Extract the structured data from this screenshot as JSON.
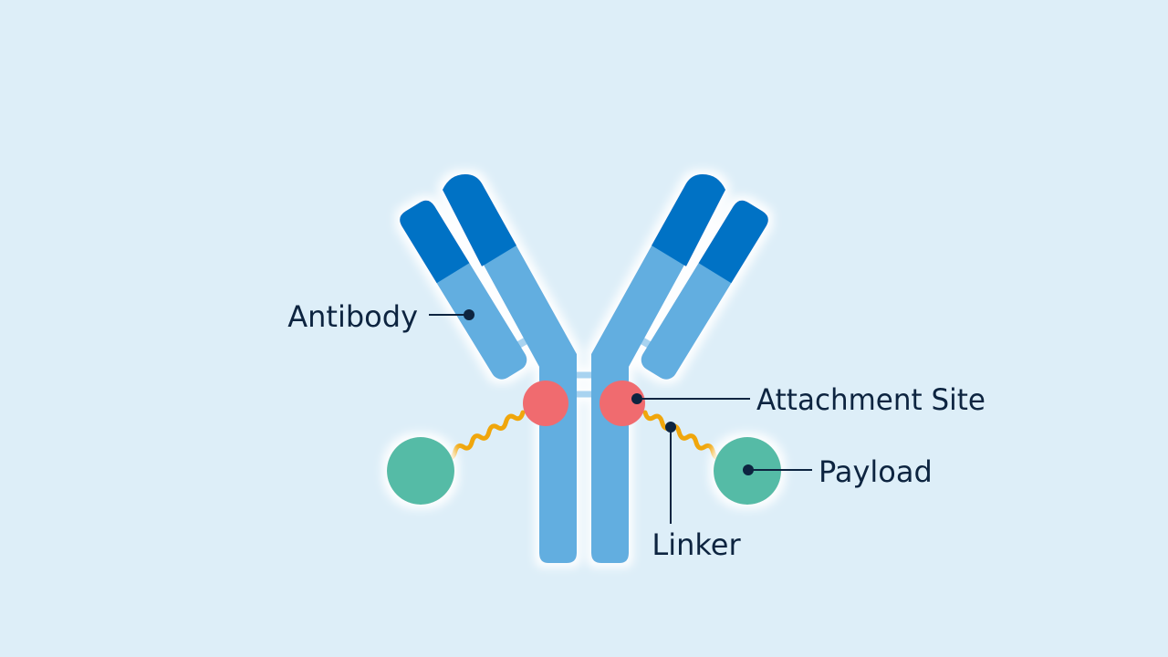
{
  "labels": {
    "antibody": "Antibody",
    "attachment_site": "Attachment Site",
    "payload": "Payload",
    "linker": "Linker"
  },
  "colors": {
    "background": "#ddeef8",
    "antibody_light": "#62aee0",
    "antibody_dark": "#0072c5",
    "attachment_site": "#f06b6f",
    "payload": "#55bba6",
    "linker": "#f0a60c",
    "callout": "#0d2440"
  }
}
